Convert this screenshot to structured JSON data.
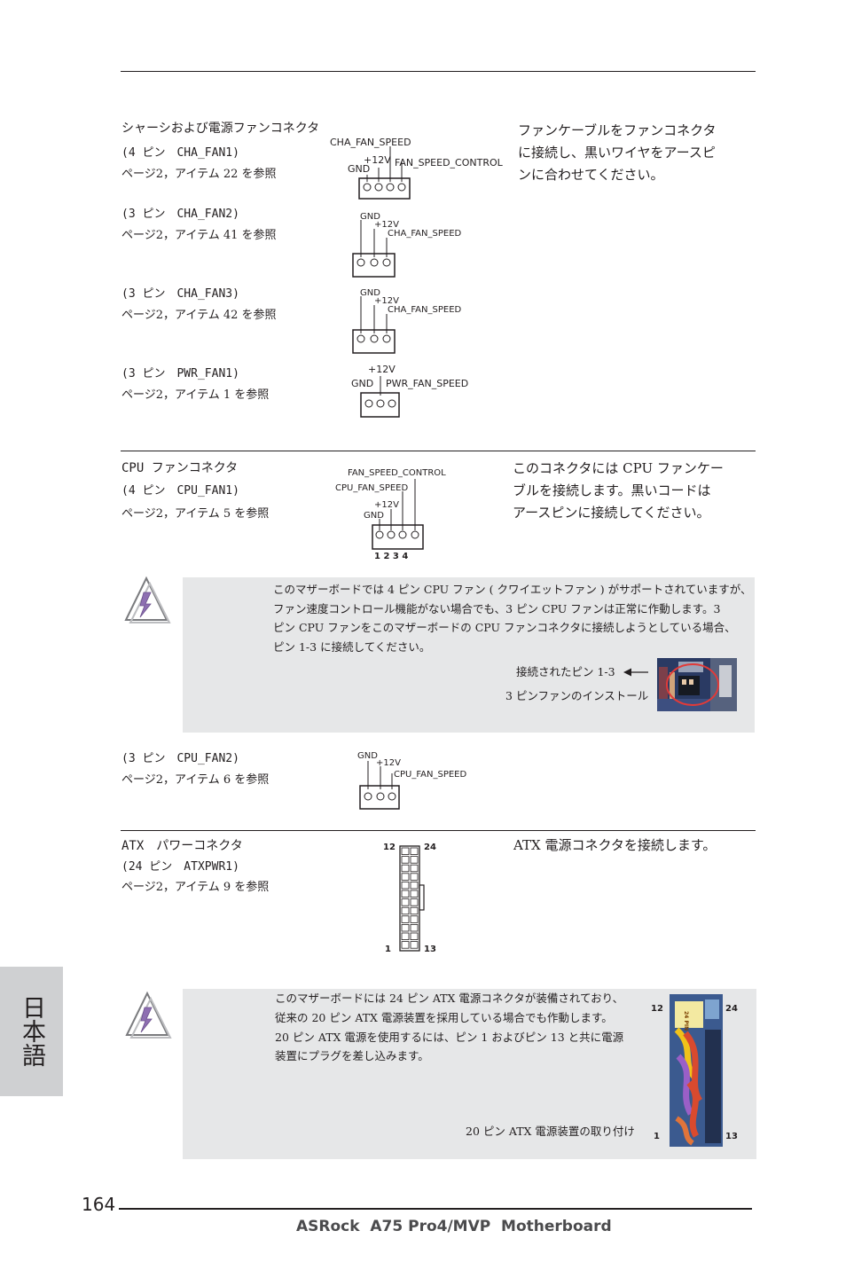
{
  "header": {},
  "side_tab": {
    "label": "日本語"
  },
  "sections": {
    "cha_fan": {
      "title": "シャーシおよび電源ファンコネクタ",
      "fan1": {
        "pins": "(4 ピン　CHA_FAN1)",
        "ref": "ページ2，アイテム 22 を参照"
      },
      "fan2": {
        "pins": "(3 ピン　CHA_FAN2)",
        "ref": "ページ2，アイテム 41 を参照"
      },
      "fan3": {
        "pins": "(3 ピン　CHA_FAN3)",
        "ref": "ページ2，アイテム 42 を参照"
      },
      "pwr": {
        "pins": "(3 ピン　PWR_FAN1)",
        "ref": "ページ2，アイテム 1 を参照"
      },
      "description": [
        "ファンケーブルをファンコネクタ",
        "に接続し、黒いワイヤをアースピ",
        "ンに合わせてください。"
      ]
    },
    "cpu_fan": {
      "title": "CPU ファンコネクタ",
      "pins": "(4 ピン　CPU_FAN1)",
      "ref": "ページ2，アイテム 5 を参照",
      "description": [
        "このコネクタには CPU ファンケー",
        "ブルを接続します。黒いコードは",
        "アースピンに接続してください。"
      ]
    },
    "cpu_fan2": {
      "pins": "(3 ピン　CPU_FAN2)",
      "ref": "ページ2，アイテム 6 を参照"
    },
    "atx": {
      "title": "ATX　パワーコネクタ",
      "pins": "(24 ピン　ATXPWR1)",
      "ref": "ページ2，アイテム 9 を参照",
      "description": "ATX 電源コネクタを接続します。"
    }
  },
  "diagram_labels": {
    "cha_fan1": {
      "speed": "CHA_FAN_SPEED",
      "v12": "+12V",
      "gnd": "GND",
      "control": "FAN_SPEED_CONTROL"
    },
    "cha_fan2": {
      "gnd": "GND",
      "v12": "+12V",
      "speed": "CHA_FAN_SPEED"
    },
    "cha_fan3": {
      "gnd": "GND",
      "v12": "+12V",
      "speed": "CHA_FAN_SPEED"
    },
    "pwr_fan1": {
      "v12": "+12V",
      "gnd": "GND",
      "speed": "PWR_FAN_SPEED"
    },
    "cpu_fan1": {
      "control": "FAN_SPEED_CONTROL",
      "speed": "CPU_FAN_SPEED",
      "v12": "+12V",
      "gnd": "GND",
      "pin_numbers": "1 2 3 4"
    },
    "cpu_fan2": {
      "gnd": "GND",
      "v12": "+12V",
      "speed": "CPU_FAN_SPEED"
    },
    "atx": {
      "top_left": "12",
      "top_right": "24",
      "bottom_left": "1",
      "bottom_right": "13"
    },
    "atx_photo": {
      "top_left": "12",
      "top_right": "24",
      "bottom_left": "1",
      "bottom_right": "13",
      "connector_text": "24 PIN"
    }
  },
  "notes": {
    "cpu_fan": {
      "lines": [
        "このマザーボードでは 4 ピン CPU ファン ( クワイエットファン ) がサポートされていますが、",
        "ファン速度コントロール機能がない場合でも、3 ピン CPU ファンは正常に作動します。3",
        "ピン CPU ファンをこのマザーボードの CPU ファンコネクタに接続しようとしている場合、",
        "ピン 1-3 に接続してください。"
      ],
      "caption_connected": "接続されたピン 1-3",
      "caption_install": "3 ピンファンのインストール"
    },
    "atx": {
      "lines": [
        "このマザーボードには 24 ピン ATX 電源コネクタが装備されており、",
        "従来の 20 ピン ATX 電源装置を採用している場合でも作動します。",
        "20 ピン ATX 電源を使用するには、ピン 1 およびピン 13 と共に電源",
        "装置にプラグを差し込みます。"
      ],
      "caption": "20 ピン ATX 電源装置の取り付け"
    }
  },
  "footer": {
    "page_number": "164",
    "product": "ASRock  A75 Pro4/MVP  Motherboard"
  }
}
